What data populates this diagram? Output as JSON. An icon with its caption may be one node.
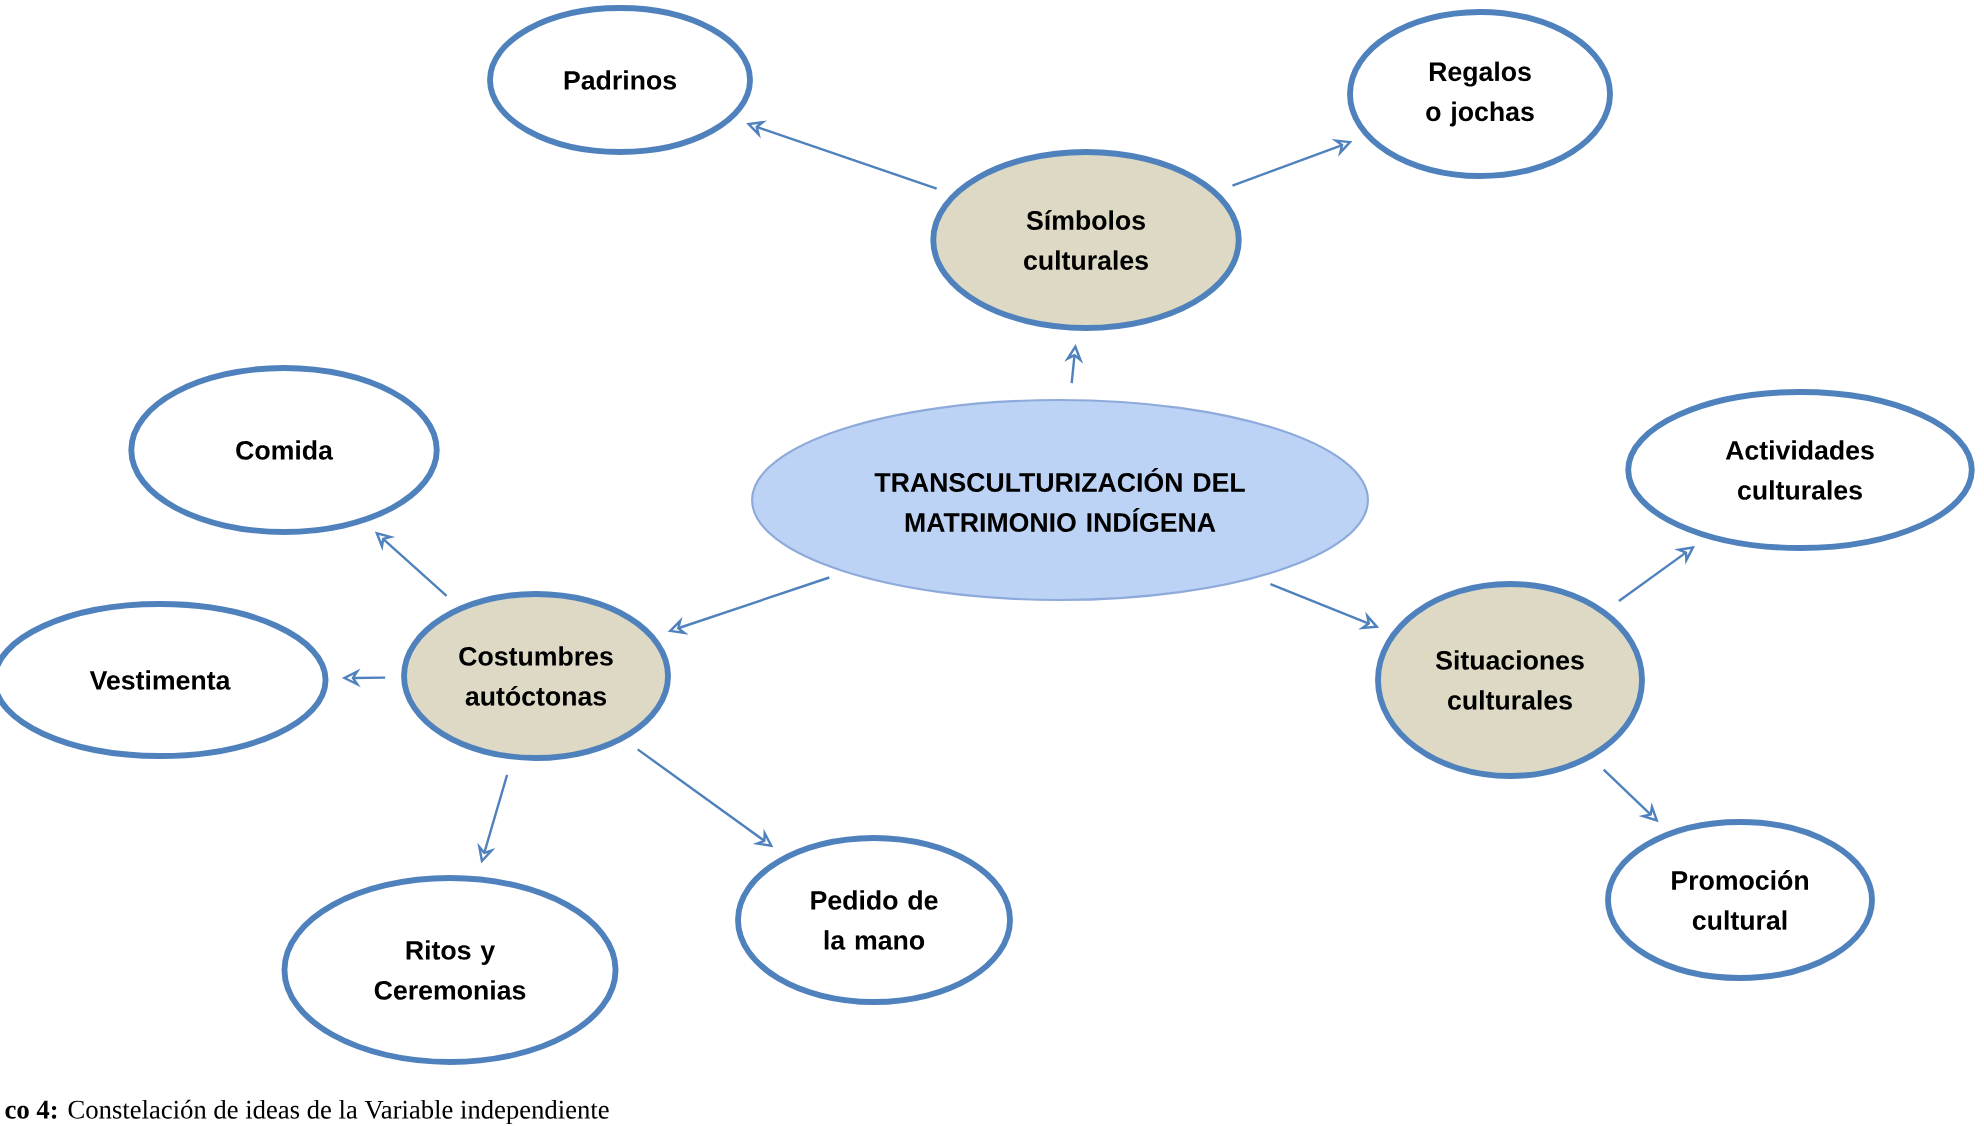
{
  "diagram": {
    "caption": "**co 4:** Constelación de ideas de la Variable independiente",
    "nodes": [
      {
        "text": [
          "TRANSCULTURIZACIÓN DEL MATRIMONIO INDÍGENA"
        ]
      },
      {
        "text": [
          "Símbolos culturales"
        ]
      },
      {
        "text": [
          "Padrinos"
        ]
      },
      {
        "text": [
          "Regalos o jochas"
        ]
      },
      {
        "text": [
          "Comida"
        ]
      },
      {
        "text": [
          "Costumbres autóctonas"
        ]
      },
      {
        "text": [
          "Vestimenta"
        ]
      },
      {
        "text": [
          "Situaciones culturales"
        ]
      },
      {
        "text": [
          "Actividades culturales"
        ]
      },
      {
        "text": [
          "Ritos y Ceremonias"
        ]
      },
      {
        "text": [
          "Pedido de la mano"
        ]
      },
      {
        "text": [
          "Promoción cultural"
        ]
      }
    ],
    "edges": [
      {
        "from": 0,
        "to": 1,
        "arrow": "to"
      },
      {
        "from": 0,
        "to": 5,
        "arrow": "to"
      },
      {
        "from": 0,
        "to": 7,
        "arrow": "to"
      },
      {
        "from": 1,
        "to": 2,
        "arrow": "to"
      },
      {
        "from": 1,
        "to": 3,
        "arrow": "to"
      },
      {
        "from": 5,
        "to": 4,
        "arrow": "to"
      },
      {
        "from": 5,
        "to": 6,
        "arrow": "to"
      },
      {
        "from": 5,
        "to": 9,
        "arrow": "to"
      },
      {
        "from": 5,
        "to": 10,
        "arrow": "to"
      },
      {
        "from": 7,
        "to": 8,
        "arrow": "to"
      },
      {
        "from": 7,
        "to": 11,
        "arrow": "to"
      }
    ]
  }
}
